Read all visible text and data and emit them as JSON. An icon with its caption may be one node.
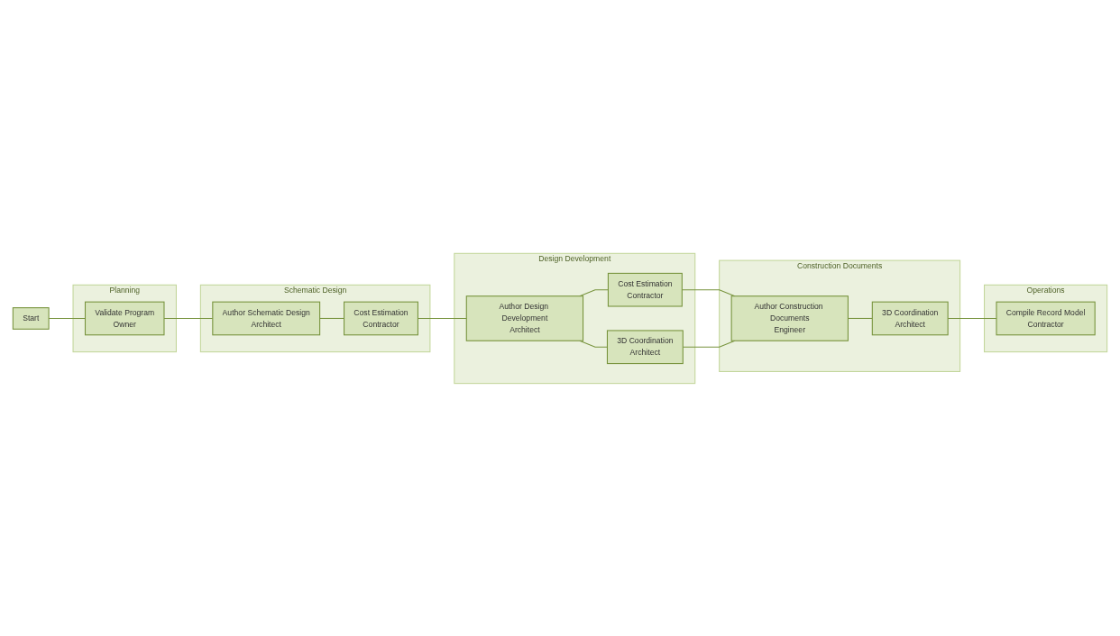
{
  "diagram": {
    "nodes": [
      {
        "text": [
          "Start"
        ]
      },
      {
        "text": [
          "Planning"
        ]
      },
      {
        "text": [
          "Validate Program",
          "Owner"
        ],
        "in": 1
      },
      {
        "text": [
          "Schematic Design"
        ]
      },
      {
        "text": [
          "Author Schematic Design",
          "Architect"
        ],
        "in": 3
      },
      {
        "text": [
          "Cost Estimation",
          "Contractor"
        ],
        "in": 3
      },
      {
        "text": [
          "Design Development"
        ]
      },
      {
        "text": [
          "Author Design Development",
          "Architect"
        ],
        "in": 6
      },
      {
        "text": [
          "Cost Estimation",
          "Contractor"
        ],
        "in": 6
      },
      {
        "text": [
          "3D Coordination",
          "Architect"
        ],
        "in": 6
      },
      {
        "text": [
          "Construction Documents"
        ]
      },
      {
        "text": [
          "Author Construction Documents",
          "Engineer"
        ],
        "in": 10
      },
      {
        "text": [
          "3D Coordination",
          "Architect"
        ],
        "in": 10
      },
      {
        "text": [
          "Operations"
        ]
      },
      {
        "text": [
          "Compile Record Model",
          "Contractor"
        ],
        "in": 13
      }
    ],
    "edges": [
      {
        "from": 0,
        "to": 2,
        "arrow": "none"
      },
      {
        "from": 2,
        "to": 4,
        "arrow": "none"
      },
      {
        "from": 4,
        "to": 5,
        "arrow": "none"
      },
      {
        "from": 5,
        "to": 7,
        "arrow": "none"
      },
      {
        "from": 7,
        "to": 8,
        "arrow": "none"
      },
      {
        "from": 7,
        "to": 9,
        "arrow": "none"
      },
      {
        "from": 8,
        "to": 11,
        "arrow": "none"
      },
      {
        "from": 9,
        "to": 11,
        "arrow": "none"
      },
      {
        "from": 11,
        "to": 12,
        "arrow": "none"
      },
      {
        "from": 12,
        "to": 14,
        "arrow": "none"
      }
    ]
  }
}
